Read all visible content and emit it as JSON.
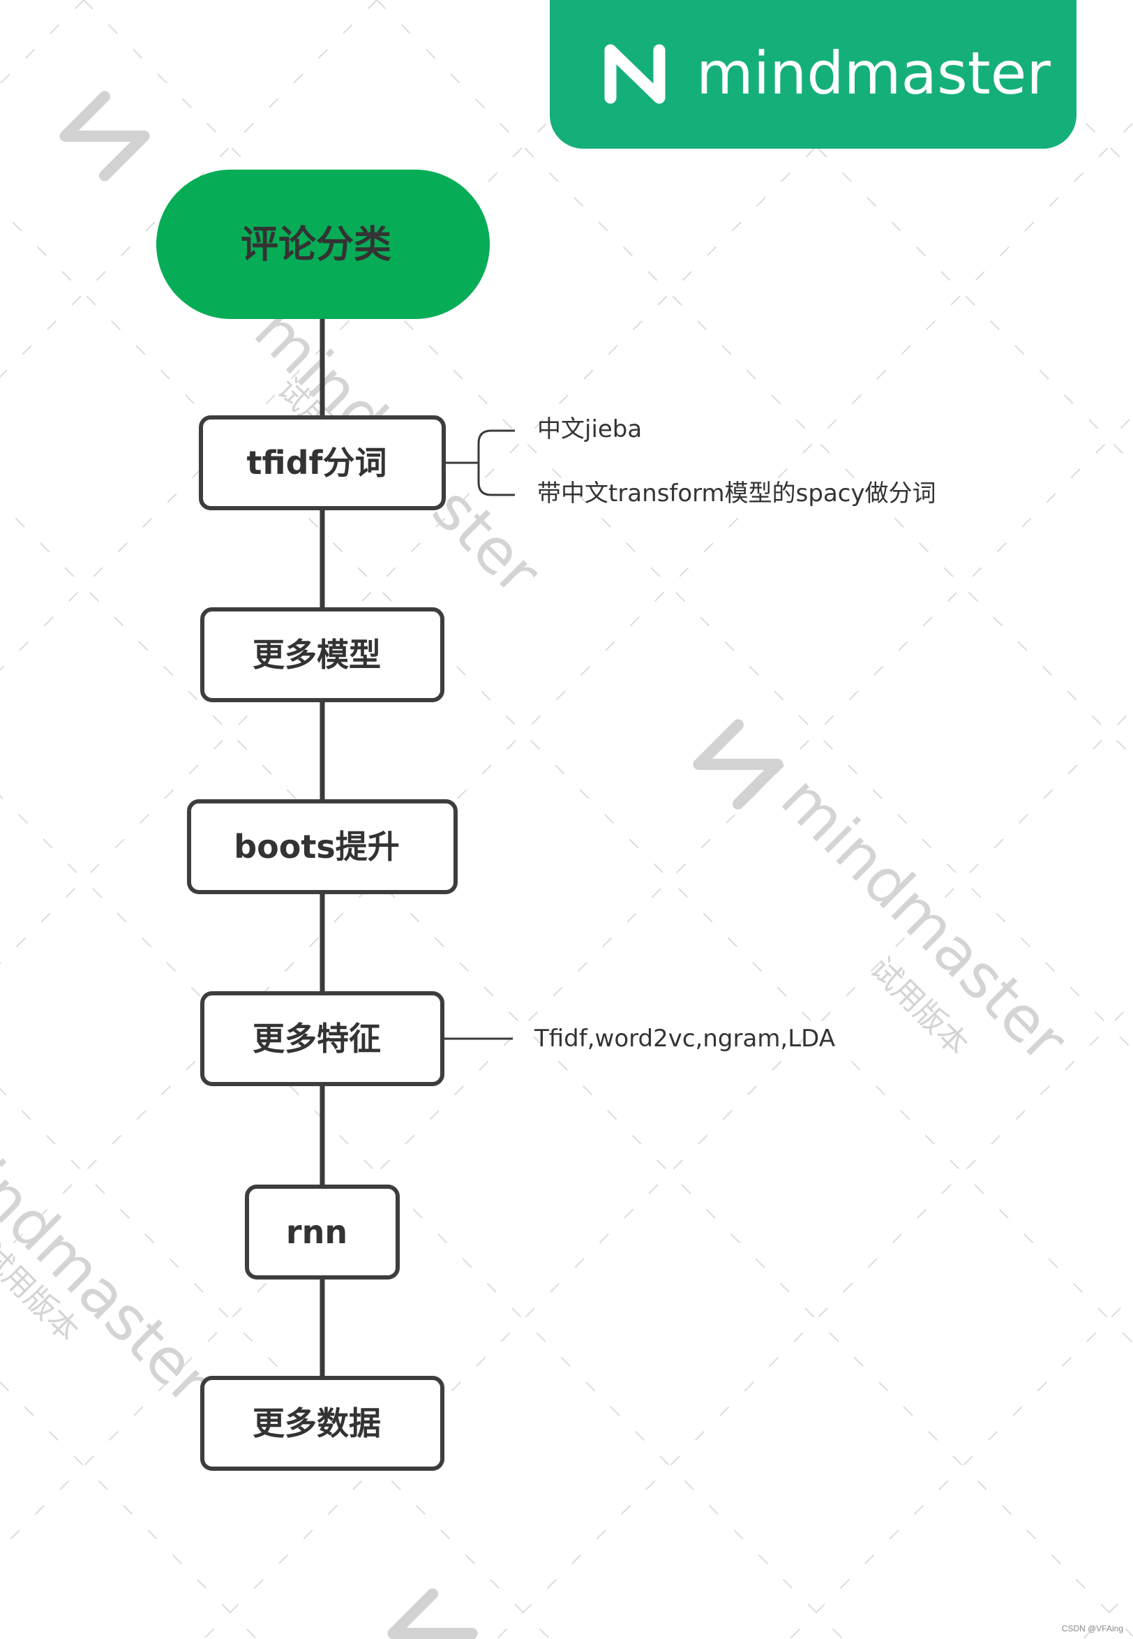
{
  "brand": {
    "name": "mindmaster",
    "color": "#15b079"
  },
  "root": {
    "label": "评论分类",
    "color": "#06ad56"
  },
  "nodes": [
    {
      "label": "tfidf分词",
      "leaves": [
        "中文jieba",
        "带中文transform模型的spacy做分词"
      ]
    },
    {
      "label": "更多模型",
      "leaves": []
    },
    {
      "label": "boots提升",
      "leaves": []
    },
    {
      "label": "更多特征",
      "leaves": [
        "Tfidf,word2vc,ngram,LDA"
      ]
    },
    {
      "label": "rnn",
      "leaves": []
    },
    {
      "label": "更多数据",
      "leaves": []
    }
  ],
  "watermark": {
    "brand": "mindmaster",
    "trial": "试用版本"
  },
  "footer": "CSDN @VFAing",
  "colors": {
    "line": "#3a3a3a",
    "node_border": "#3d3d3d",
    "text": "#333333",
    "watermark": "#c8c8c8"
  }
}
